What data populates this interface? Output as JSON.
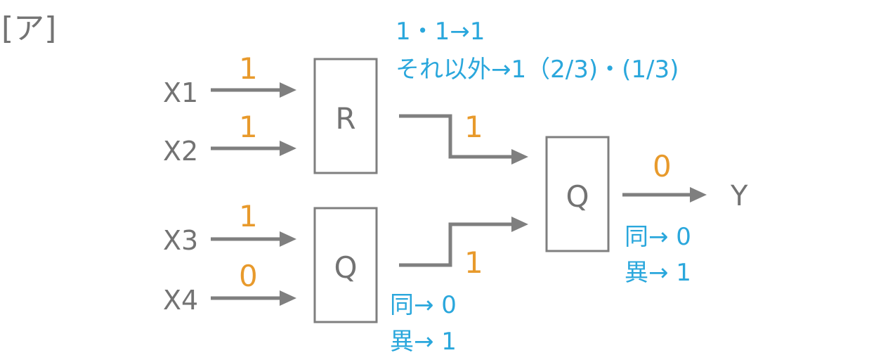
{
  "label": "[ア]",
  "inputs": {
    "x1": {
      "name": "X1",
      "value": "1"
    },
    "x2": {
      "name": "X2",
      "value": "1"
    },
    "x3": {
      "name": "X3",
      "value": "1"
    },
    "x4": {
      "name": "X4",
      "value": "0"
    }
  },
  "gates": {
    "upper": {
      "name": "R"
    },
    "lower": {
      "name": "Q",
      "rule_same": "同→ 0",
      "rule_diff": "異→ 1"
    },
    "final": {
      "name": "Q",
      "rule_same": "同→ 0",
      "rule_diff": "異→ 1"
    }
  },
  "r_rule": {
    "line1": "1・1→1",
    "line2": "それ以外→1（2/3)・(1/3)"
  },
  "intermediate": {
    "upper_out": "1",
    "lower_out": "1"
  },
  "output": {
    "name": "Y",
    "value": "0"
  }
}
